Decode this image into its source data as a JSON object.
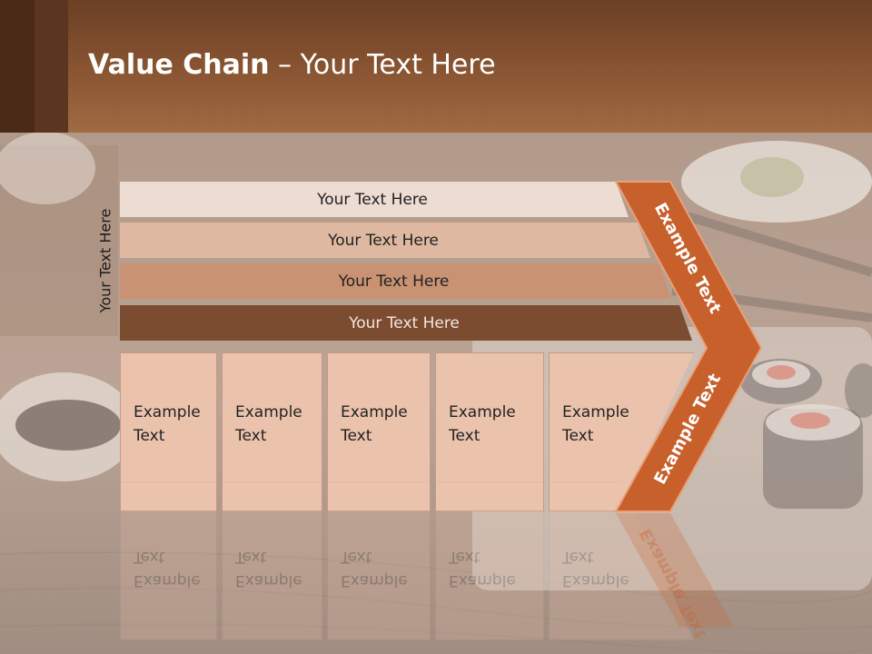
{
  "title": {
    "bold": "Value Chain",
    "rest": " – Your Text Here"
  },
  "side_label": "Your Text Here",
  "bars": [
    {
      "label": "Your Text Here"
    },
    {
      "label": "Your Text Here"
    },
    {
      "label": "Your Text Here"
    },
    {
      "label": "Your Text Here"
    }
  ],
  "boxes": [
    {
      "line1": "Example",
      "line2": "Text"
    },
    {
      "line1": "Example",
      "line2": "Text"
    },
    {
      "line1": "Example",
      "line2": "Text"
    },
    {
      "line1": "Example",
      "line2": "Text"
    },
    {
      "line1": "Example",
      "line2": "Text"
    }
  ],
  "chevron": {
    "upper": "Example Text",
    "lower": "Example Text"
  },
  "colors": {
    "chevron": "#c8602c",
    "header": "#8a5532"
  }
}
